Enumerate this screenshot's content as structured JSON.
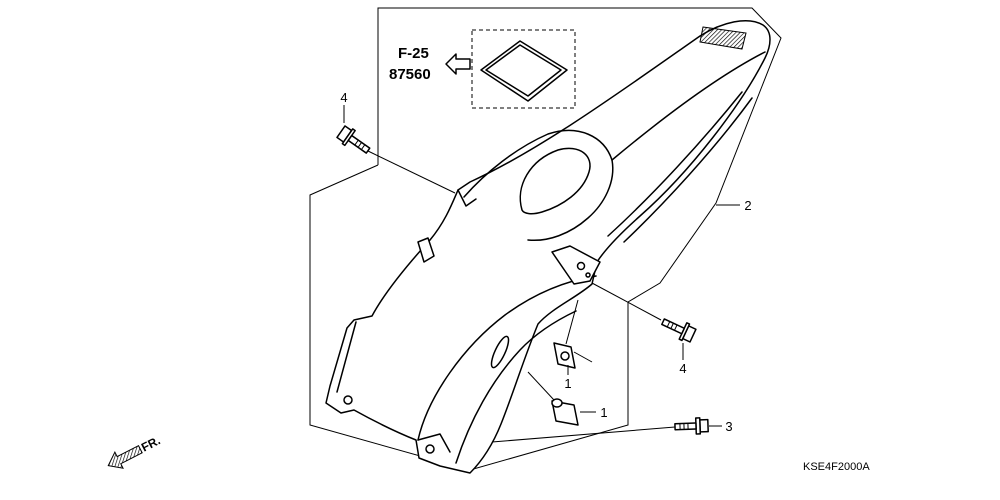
{
  "diagram": {
    "reference": {
      "section": "F-25",
      "part_number": "87560"
    },
    "callouts": [
      {
        "label": "4"
      },
      {
        "label": "2"
      },
      {
        "label": "4"
      },
      {
        "label": "1"
      },
      {
        "label": "1"
      },
      {
        "label": "3"
      }
    ],
    "direction_label": "FR.",
    "diagram_code": "KSE4F2000A"
  },
  "icons": {
    "reference_arrow": "hollow-arrow-left-icon",
    "front_direction": "hatched-arrow-icon"
  },
  "colors": {
    "line": "#000000",
    "background": "#ffffff"
  }
}
